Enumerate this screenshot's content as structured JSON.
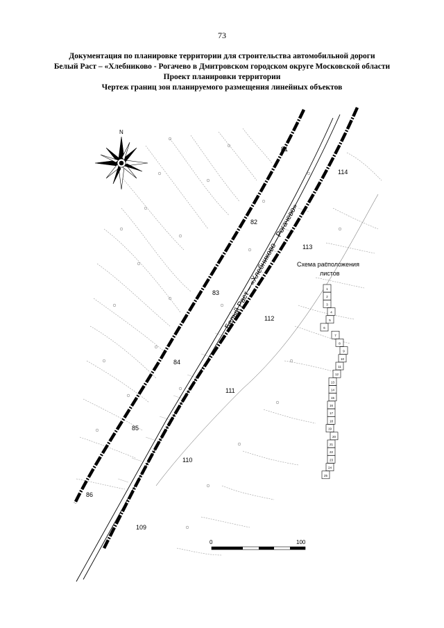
{
  "page": {
    "number": "73"
  },
  "header": {
    "line1": "Документация по планировке территории для строительства автомобильной дороги",
    "line2": "Белый Раст – «Хлебниково - Рогачево в Дмитровском городском округе Московской области",
    "line3": "Проект планировки территории",
    "line4": "Чертеж границ зон планируемого размещения линейных объектов"
  },
  "map": {
    "compass_label": "N",
    "road_label": "Белый Раст – «Хлебниково – Рогачево»",
    "pickets_left": [
      {
        "label": "81"
      },
      {
        "label": "82"
      },
      {
        "label": "83"
      },
      {
        "label": "84"
      },
      {
        "label": "85"
      },
      {
        "label": "86"
      }
    ],
    "pickets_right": [
      {
        "label": "114"
      },
      {
        "label": "113"
      },
      {
        "label": "112"
      },
      {
        "label": "111"
      },
      {
        "label": "110"
      },
      {
        "label": "109"
      }
    ],
    "colors": {
      "boundary": "#000000",
      "ink": "#000000",
      "contours": "#9a9a9a"
    }
  },
  "sheet_scheme": {
    "title_line1": "Схема расположения",
    "title_line2": "листов",
    "sheets": [
      "1",
      "2",
      "3",
      "4",
      "5",
      "6",
      "7",
      "8",
      "9",
      "10",
      "11",
      "12",
      "13",
      "14",
      "15",
      "16",
      "17",
      "18",
      "19",
      "20",
      "21",
      "22",
      "23",
      "24",
      "25"
    ]
  },
  "scale_bar": {
    "start_label": "0",
    "end_label": "100"
  }
}
